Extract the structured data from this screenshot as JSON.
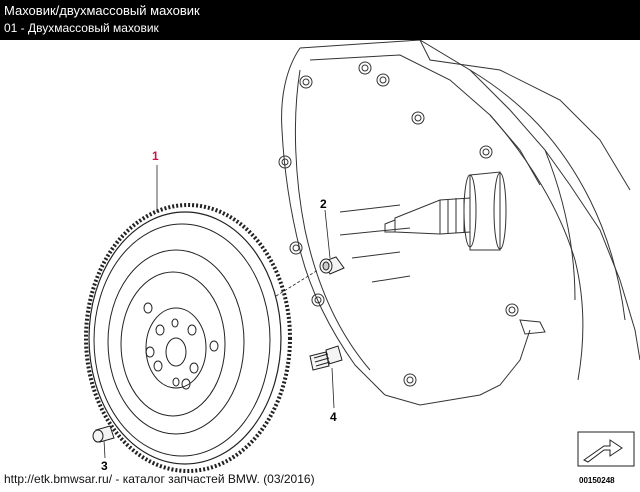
{
  "header": {
    "title": "Маховик/двухмассовый маховик",
    "subtitle": "01 - Двухмассовый маховик"
  },
  "callouts": {
    "c1": "1",
    "c2": "2",
    "c3": "3",
    "c4": "4"
  },
  "footer": {
    "text": "http://etk.bmwsar.ru/ - каталог запчастей BMW. (03/2016)"
  },
  "ref_number": "00150248",
  "colors": {
    "header_bg": "#000000",
    "header_text": "#ffffff",
    "callout_highlight": "#c8144a"
  }
}
